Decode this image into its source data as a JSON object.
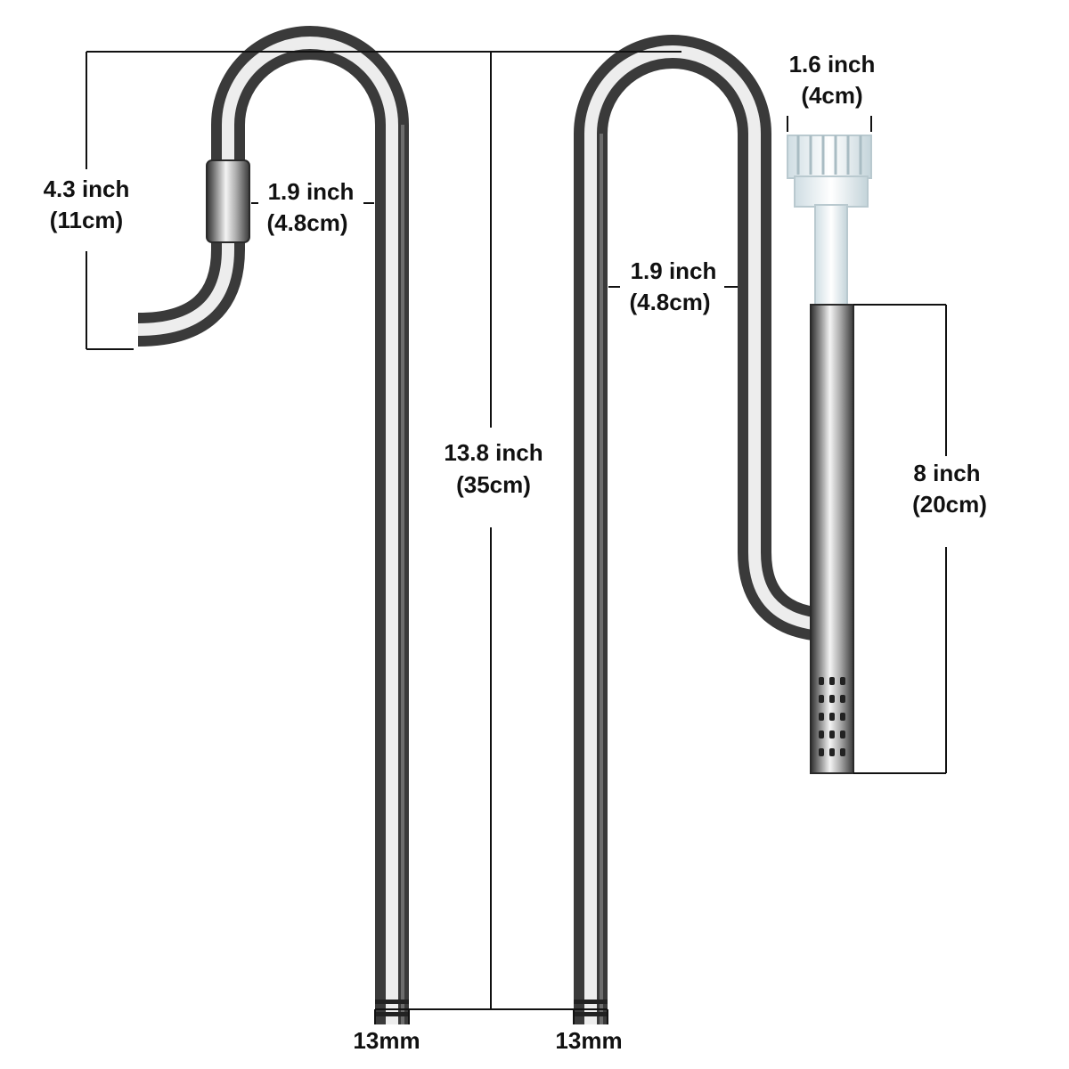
{
  "colors": {
    "background": "#ffffff",
    "dimension_line": "#111111",
    "steel_dark": "#3a3a3a",
    "steel_mid": "#9a9a9a",
    "steel_light": "#f2f2f2",
    "acrylic": "#e4eef2"
  },
  "inflow_pipe": {
    "icon": "inflow-pipe-icon",
    "total_height": {
      "inch": "13.8 inch",
      "cm": "(35cm)"
    },
    "hook_height": {
      "inch": "4.3 inch",
      "cm": "(11cm)"
    },
    "hook_width": {
      "inch": "1.9 inch",
      "cm": "(4.8cm)"
    },
    "diameter": "13mm"
  },
  "outflow_pipe": {
    "icon": "outflow-pipe-icon",
    "hook_width": {
      "inch": "1.9 inch",
      "cm": "(4.8cm)"
    },
    "skimmer_width": {
      "inch": "1.6 inch",
      "cm": "(4cm)"
    },
    "skimmer_length": {
      "inch": "8 inch",
      "cm": "(20cm)"
    },
    "diameter": "13mm"
  }
}
